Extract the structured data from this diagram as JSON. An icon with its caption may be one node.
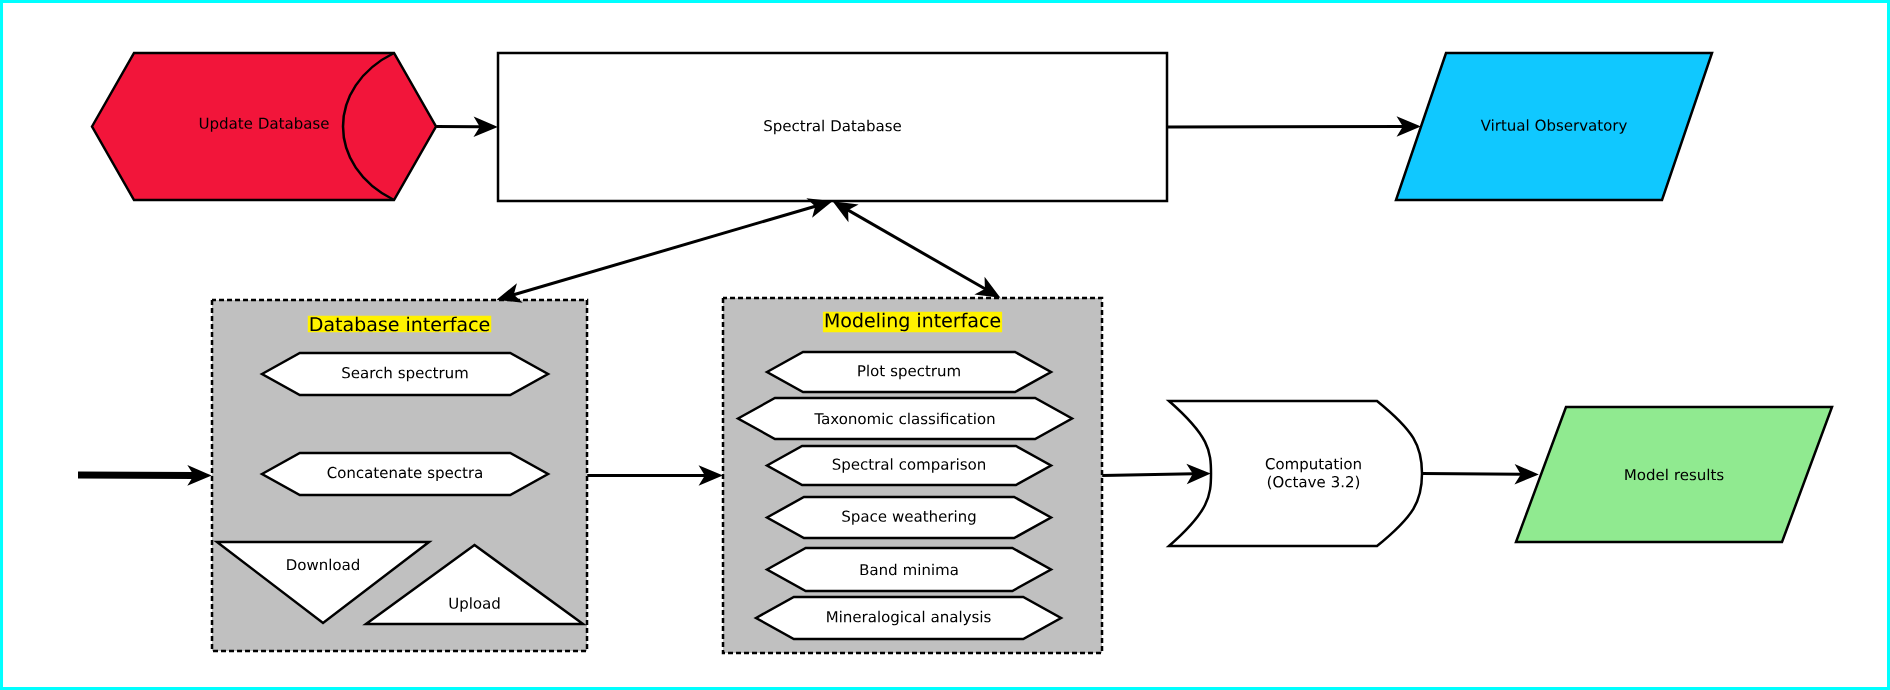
{
  "diagram": {
    "nodes": [
      {
        "text": [
          "Update Database"
        ]
      },
      {
        "text": [
          "Spectral Database"
        ]
      },
      {
        "text": [
          "Virtual Observatory"
        ]
      },
      {
        "text": [
          "Database interface"
        ]
      },
      {
        "text": [
          "Search spectrum"
        ],
        "in": 3
      },
      {
        "text": [
          "Concatenate spectra"
        ],
        "in": 3
      },
      {
        "text": [
          "Download"
        ],
        "in": 3
      },
      {
        "text": [
          "Upload"
        ],
        "in": 3
      },
      {
        "text": [
          "Modeling interface"
        ]
      },
      {
        "text": [
          "Plot spectrum"
        ],
        "in": 8
      },
      {
        "text": [
          "Taxonomic classification"
        ],
        "in": 8
      },
      {
        "text": [
          "Spectral comparison"
        ],
        "in": 8
      },
      {
        "text": [
          "Space weathering"
        ],
        "in": 8
      },
      {
        "text": [
          "Band minima"
        ],
        "in": 8
      },
      {
        "text": [
          "Mineralogical analysis"
        ],
        "in": 8
      },
      {
        "text": [
          "Computation (Octave 3.2)"
        ]
      },
      {
        "text": [
          "Model results"
        ]
      }
    ],
    "edges": [
      {
        "from": 0,
        "to": 1,
        "arrow": "to"
      },
      {
        "from": 1,
        "to": 2,
        "arrow": "to"
      },
      {
        "from": 1,
        "to": 3,
        "arrow": "both"
      },
      {
        "from": 1,
        "to": 8,
        "arrow": "both"
      },
      {
        "from": null,
        "to": 3,
        "arrow": "to",
        "style": "thick"
      },
      {
        "from": 3,
        "to": 8,
        "arrow": "to"
      },
      {
        "from": 8,
        "to": 15,
        "arrow": "to"
      },
      {
        "from": 15,
        "to": 16,
        "arrow": "to"
      }
    ]
  }
}
